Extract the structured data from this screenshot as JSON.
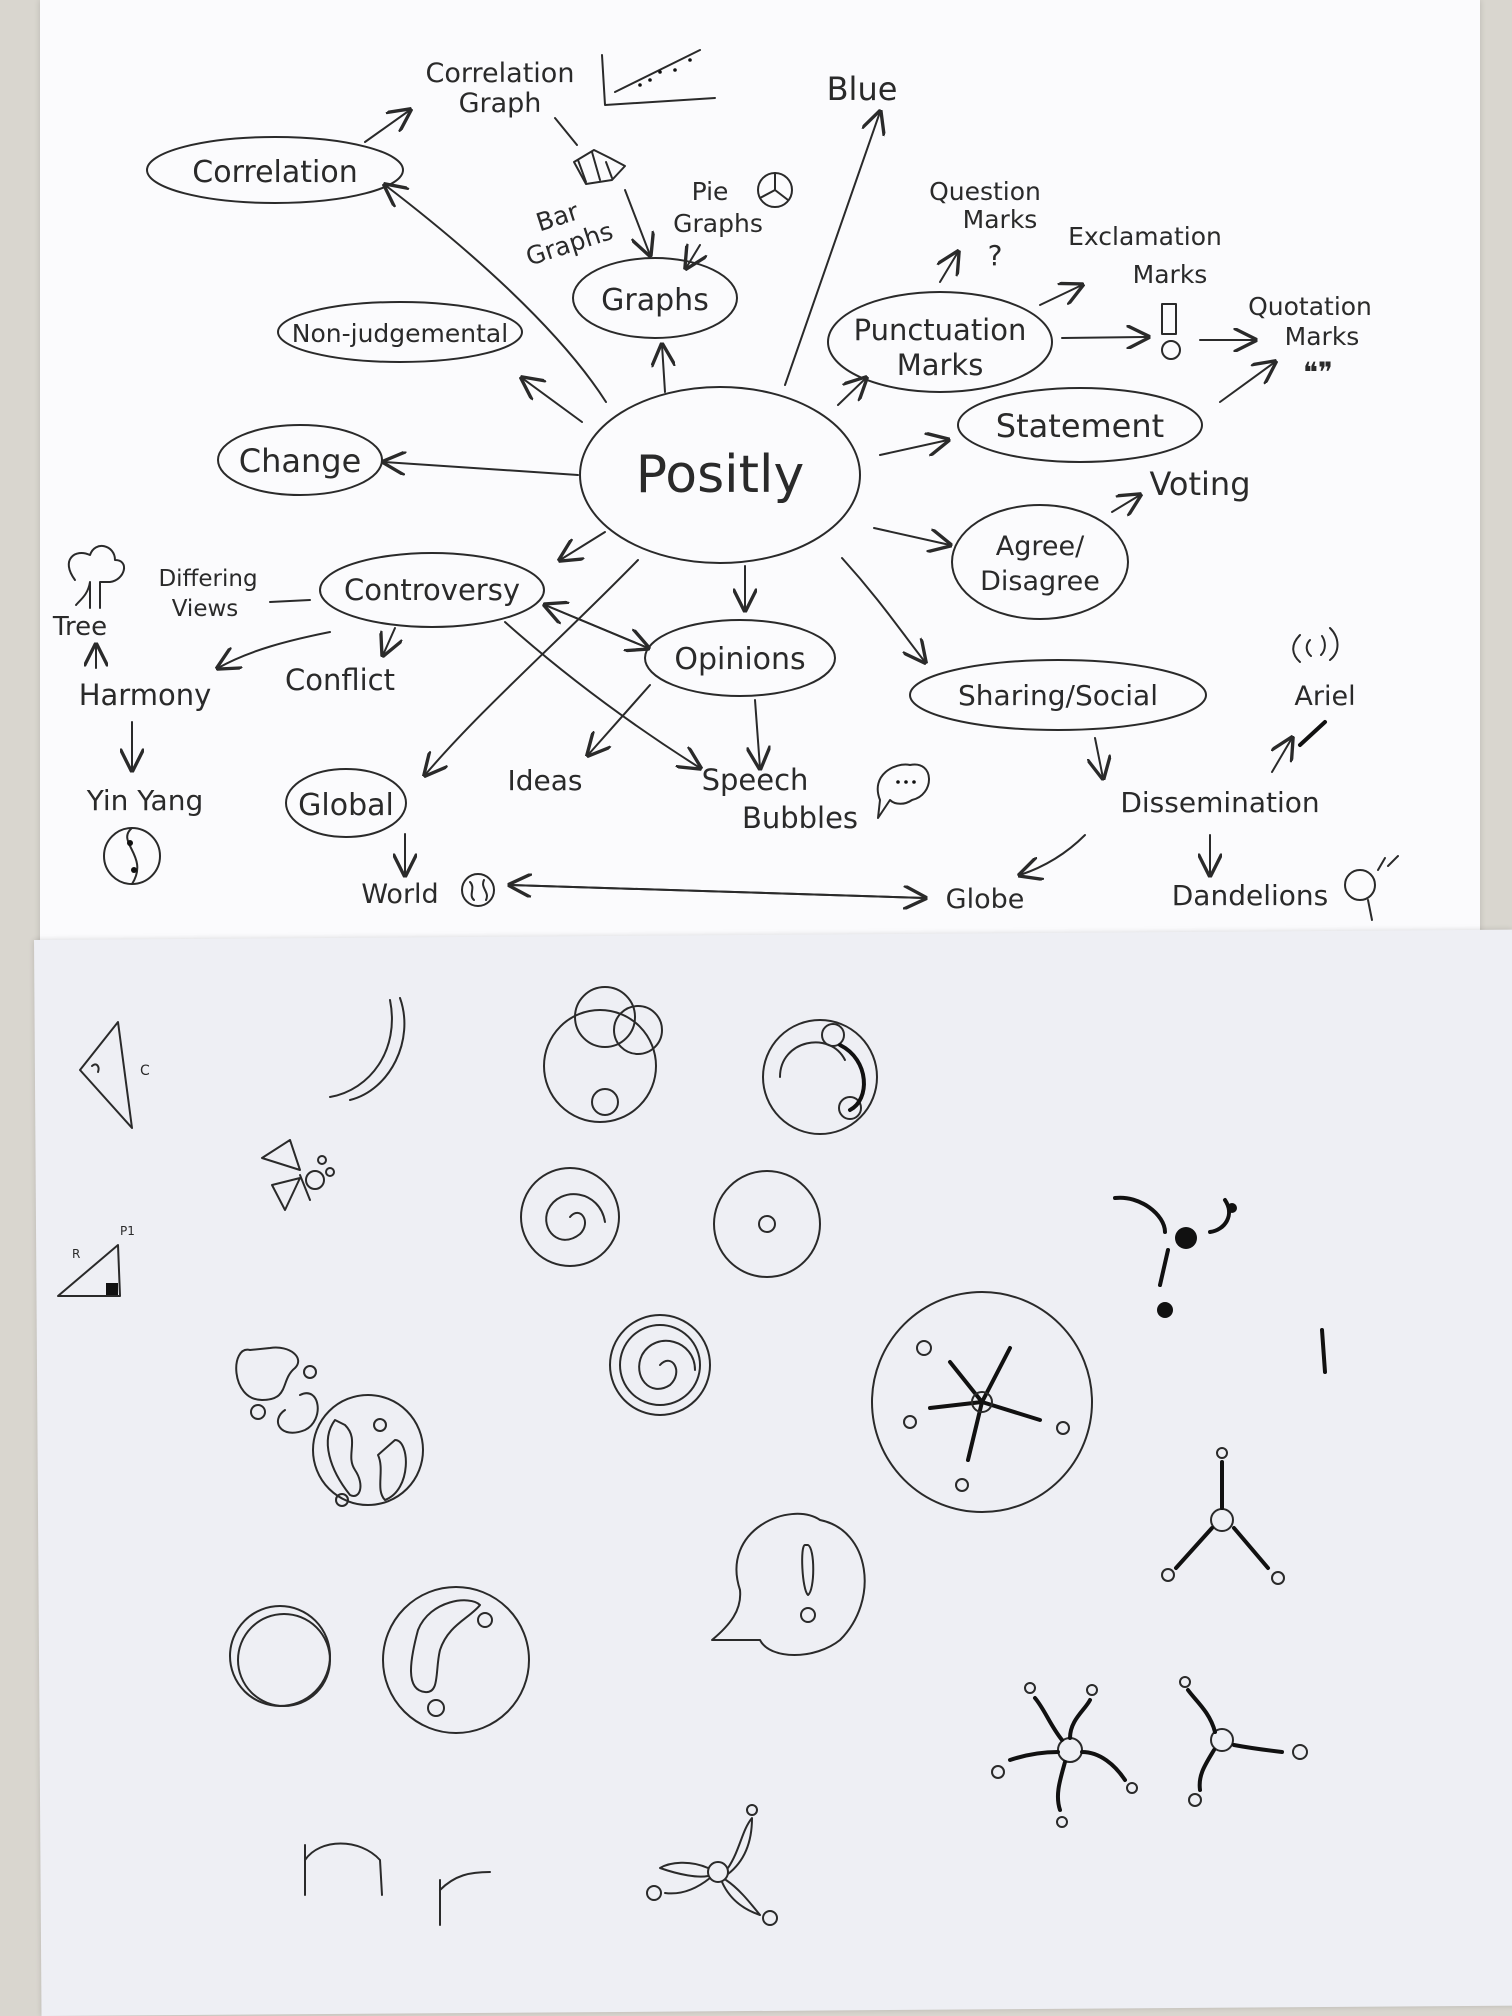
{
  "mindmap": {
    "center": "Positly",
    "correlation": "Correlation",
    "correlation_graph_l1": "Correlation",
    "correlation_graph_l2": "Graph",
    "graphs": "Graphs",
    "bar_graphs_l1": "Bar",
    "bar_graphs_l2": "Graphs",
    "pie_graphs_l1": "Pie",
    "pie_graphs_l2": "Graphs",
    "blue": "Blue",
    "non_judgemental": "Non-judgemental",
    "change": "Change",
    "punctuation_l1": "Punctuation",
    "punctuation_l2": "Marks",
    "question_l1": "Question",
    "question_l2": "Marks",
    "exclamation_l1": "Exclamation",
    "exclamation_l2": "Marks",
    "quotation_l1": "Quotation",
    "quotation_l2": "Marks",
    "statement": "Statement",
    "agree_l1": "Agree/",
    "agree_l2": "Disagree",
    "voting": "Voting",
    "controversy": "Controversy",
    "differing_l1": "Differing",
    "differing_l2": "Views",
    "tree": "Tree",
    "harmony": "Harmony",
    "conflict": "Conflict",
    "yin_yang": "Yin Yang",
    "opinions": "Opinions",
    "ideas": "Ideas",
    "speech_l1": "Speech",
    "speech_l2": "Bubbles",
    "global": "Global",
    "world": "World",
    "globe": "Globe",
    "sharing": "Sharing/Social",
    "dissemination": "Dissemination",
    "dandelions": "Dandelions",
    "ariel": "Ariel"
  },
  "sketch_labels": {
    "c": "C",
    "r": "R",
    "p1": "P1"
  }
}
